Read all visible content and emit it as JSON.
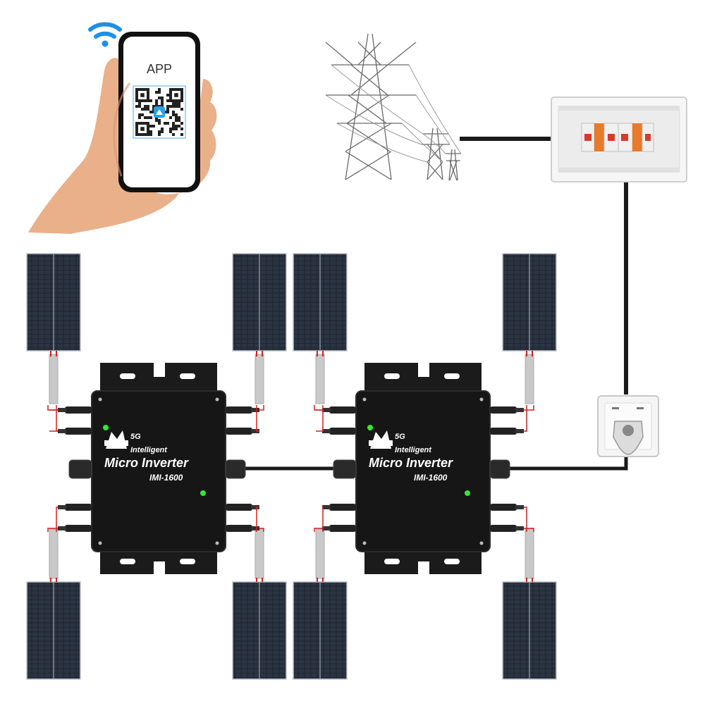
{
  "phone": {
    "screen_label": "APP",
    "qr_icon": "qr-code-icon",
    "signal_icon": "wifi-icon"
  },
  "inverters": [
    {
      "network": "5G",
      "tagline": "Intelligent",
      "product": "Micro Inverter",
      "model": "IMI-1600",
      "brand_logo": "brand-logo"
    },
    {
      "network": "5G",
      "tagline": "Intelligent",
      "product": "Micro Inverter",
      "model": "IMI-1600",
      "brand_logo": "brand-logo"
    }
  ],
  "colors": {
    "inverter_body": "#1b1b1b",
    "inverter_face": "#111111",
    "cable": "#1a1a1a",
    "panel_cell": "#1c2430",
    "wire_red": "#d62020",
    "led_green": "#35e635",
    "wifi": "#1e90e6",
    "breaker_orange": "#e87a2a",
    "breaker_red": "#d83a2a"
  }
}
